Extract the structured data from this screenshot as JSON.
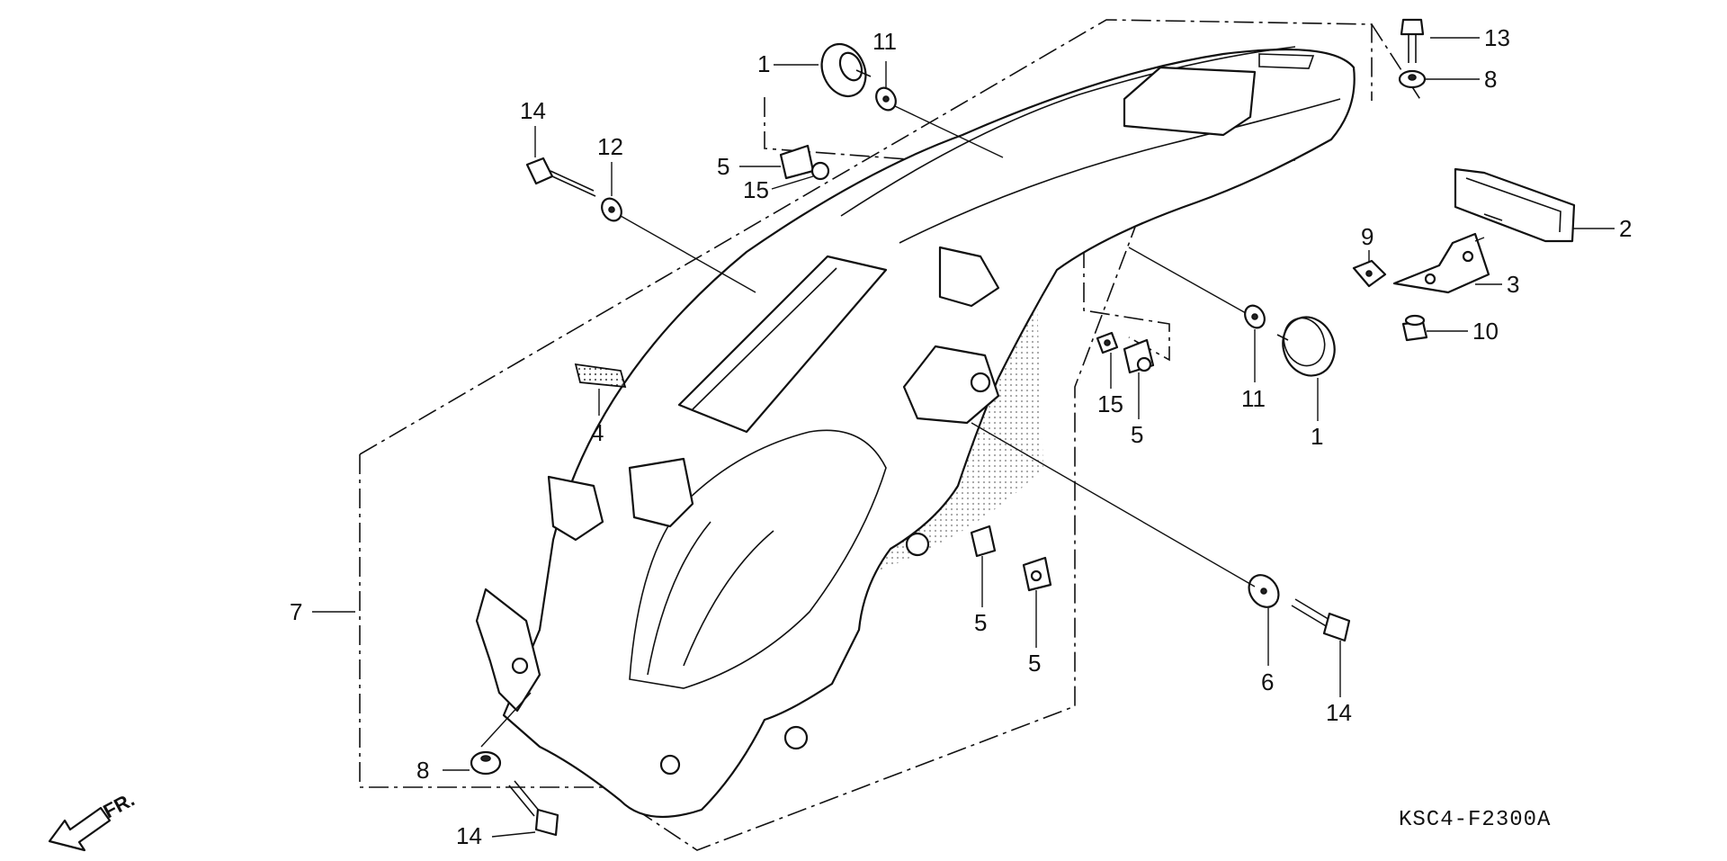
{
  "diagram": {
    "code": "KSC4-F2300A",
    "direction_label": "FR.",
    "callouts": [
      {
        "id": "c1a",
        "label": "1"
      },
      {
        "id": "c11a",
        "label": "11"
      },
      {
        "id": "c14a",
        "label": "14"
      },
      {
        "id": "c12",
        "label": "12"
      },
      {
        "id": "c5a",
        "label": "5"
      },
      {
        "id": "c15a",
        "label": "15"
      },
      {
        "id": "c13",
        "label": "13"
      },
      {
        "id": "c8a",
        "label": "8"
      },
      {
        "id": "c2",
        "label": "2"
      },
      {
        "id": "c9",
        "label": "9"
      },
      {
        "id": "c3",
        "label": "3"
      },
      {
        "id": "c10",
        "label": "10"
      },
      {
        "id": "c4",
        "label": "4"
      },
      {
        "id": "c15b",
        "label": "15"
      },
      {
        "id": "c5b",
        "label": "5"
      },
      {
        "id": "c11b",
        "label": "11"
      },
      {
        "id": "c1b",
        "label": "1"
      },
      {
        "id": "c7",
        "label": "7"
      },
      {
        "id": "c5c",
        "label": "5"
      },
      {
        "id": "c5d",
        "label": "5"
      },
      {
        "id": "c6",
        "label": "6"
      },
      {
        "id": "c14b",
        "label": "14"
      },
      {
        "id": "c8b",
        "label": "8"
      },
      {
        "id": "c14c",
        "label": "14"
      }
    ]
  }
}
